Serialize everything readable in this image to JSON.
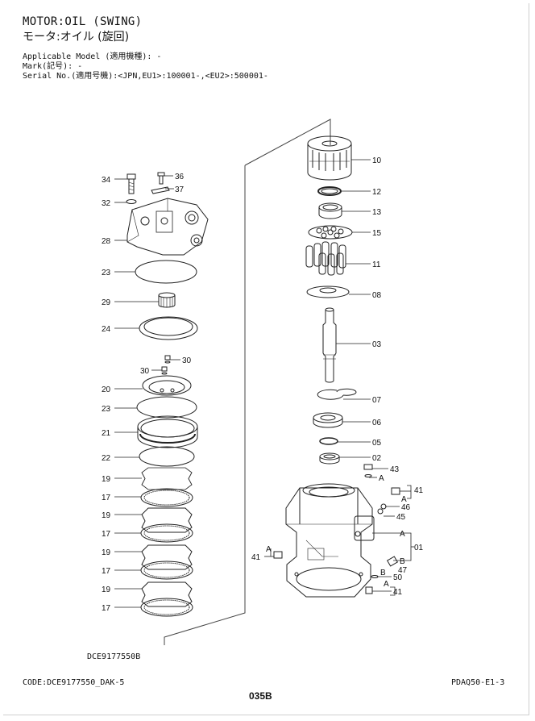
{
  "header": {
    "title_en": "MOTOR:OIL (SWING)",
    "title_jp": "モータ:オイル (旋回)",
    "applicable_model": "Applicable Model (適用機種): -",
    "mark": "Mark(記号): -",
    "serial_no": "Serial No.(適用号機):<JPN,EU1>:100001-,<EU2>:500001-"
  },
  "drawing": {
    "code": "DCE9177550B",
    "left_labels": {
      "p34": "34",
      "p36": "36",
      "p37": "37",
      "p32": "32",
      "p28": "28",
      "p23a": "23",
      "p29": "29",
      "p24": "24",
      "p30a": "30",
      "p30b": "30",
      "p20": "20",
      "p23b": "23",
      "p21": "21",
      "p22": "22",
      "p19a": "19",
      "p17a": "17",
      "p19b": "19",
      "p17b": "17",
      "p19c": "19",
      "p17c": "17",
      "p19d": "19",
      "p17d": "17"
    },
    "right_labels": {
      "p10": "10",
      "p12": "12",
      "p13": "13",
      "p15": "15",
      "p11": "11",
      "p08": "08",
      "p03": "03",
      "p07": "07",
      "p06": "06",
      "p05": "05",
      "p02": "02",
      "p43": "43",
      "p41a": "41",
      "p46": "46",
      "p45": "45",
      "p01": "01",
      "p41b": "41",
      "p47": "47",
      "p50": "50",
      "p41c": "41"
    },
    "refs": {
      "a1": "A",
      "a2": "A",
      "a3": "A",
      "a4": "A",
      "a5": "A",
      "a6": "A",
      "b1": "B",
      "b2": "B"
    }
  },
  "footer": {
    "code": "CODE:DCE9177550_DAK-5",
    "page": "035B",
    "doc_ref": "PDAQ50-E1-3"
  }
}
